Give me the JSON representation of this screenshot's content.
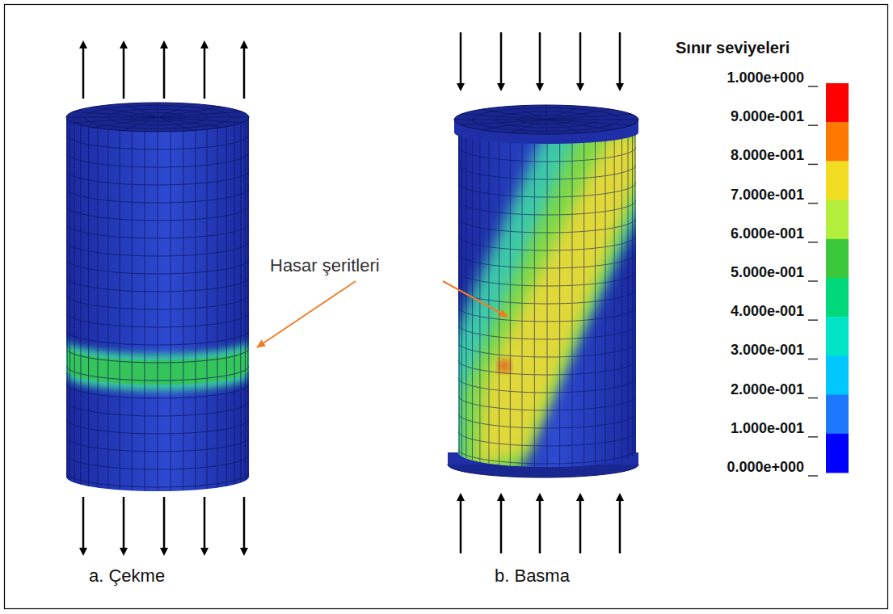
{
  "diagram": {
    "labels": [
      "Sınır seviyeleri",
      "1.000e+000",
      "9.000e-001",
      "8.000e-001",
      "7.000e-001",
      "6.000e-001",
      "5.000e-001",
      "4.000e-001",
      "3.000e-001",
      "2.000e-001",
      "1.000e-001",
      "0.000e+000",
      "Hasar şeritleri",
      "a. Çekme",
      "b. Basma"
    ]
  }
}
